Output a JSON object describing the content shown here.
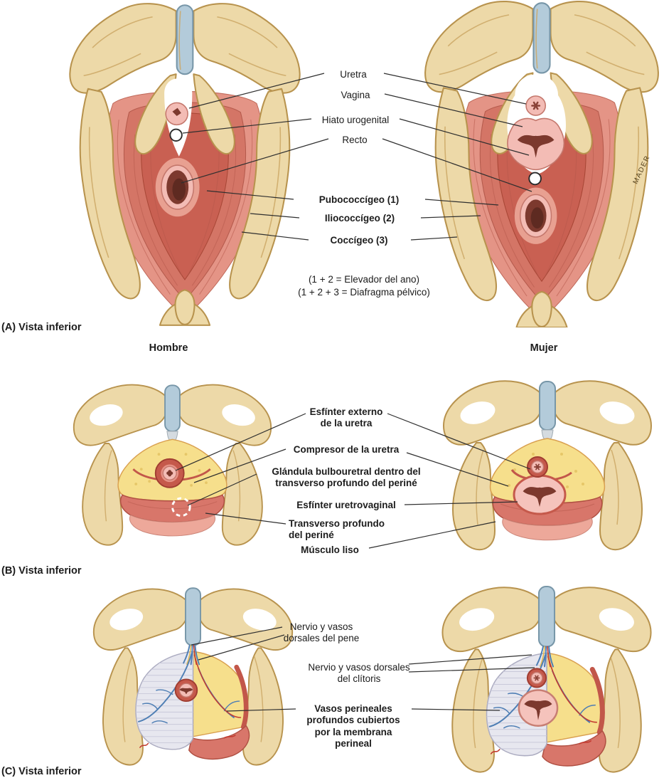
{
  "panelA": {
    "caption": "(A) Vista inferior",
    "male_title": "Hombre",
    "female_title": "Mujer",
    "labels": {
      "uretra": "Uretra",
      "vagina": "Vagina",
      "hiato": "Hiato urogenital",
      "recto": "Recto",
      "pubococcigeo": "Pubococcígeo (1)",
      "iliococcigeo": "Iliococcígeo (2)",
      "coccigeo": "Coccígeo (3)"
    },
    "notes": "(1 + 2 = Elevador del ano)\n(1 + 2 + 3 = Diafragma pélvico)",
    "signature": "MADER"
  },
  "panelB": {
    "caption": "(B) Vista inferior",
    "labels": {
      "esfinter_externo": "Esfínter externo\nde la uretra",
      "compresor": "Compresor de la uretra",
      "glandula": "Glándula bulbouretral dentro del\ntransverso profundo del periné",
      "esfinter_uretrovaginal": "Esfínter uretrovaginal",
      "transverso": "Transverso profundo\ndel periné",
      "musculo_liso": "Músculo liso"
    }
  },
  "panelC": {
    "caption": "(C) Vista inferior",
    "labels": {
      "nervio_pene": "Nervio y vasos\ndorsales del pene",
      "nervio_clitoris": "Nervio y vasos dorsales\ndel clítoris",
      "vasos_perineales": "Vasos perineales\nprofundos cubiertos\npor la membrana\nperineal"
    }
  },
  "colors": {
    "bone": "#EDD9A8",
    "bone_outline": "#B8934E",
    "pubic_symphysis_blue": "#B3CBDA",
    "muscle_red": "#D47566",
    "muscle_dark_red": "#C5594B",
    "organ_pink": "#F3BCB5",
    "organ_opening_dark": "#7C392E",
    "fat_yellow": "#F6DF8C",
    "perineal_membrane_gray": "#E7E7EF",
    "vein_blue": "#4E7EB4",
    "artery_red": "#C23B30",
    "leader_line": "#2F2F2F"
  }
}
